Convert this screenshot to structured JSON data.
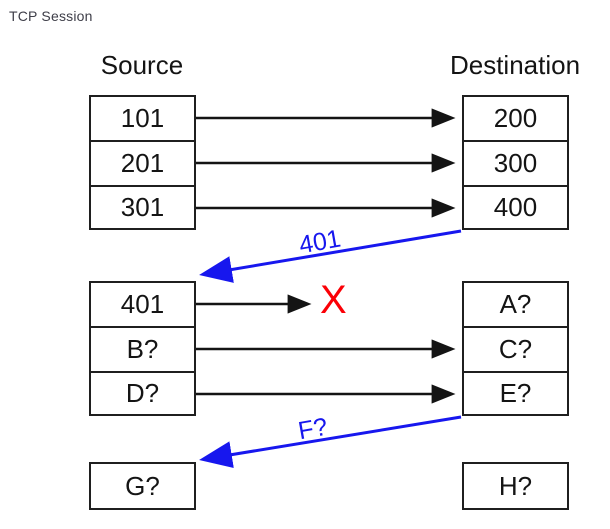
{
  "title": "TCP Session",
  "headers": {
    "source": "Source",
    "destination": "Destination"
  },
  "top": {
    "source_rows": [
      "101",
      "201",
      "301"
    ],
    "dest_rows": [
      "200",
      "300",
      "400"
    ]
  },
  "middle": {
    "source_rows": [
      "401",
      "B?",
      "D?"
    ],
    "dest_rows": [
      "A?",
      "C?",
      "E?"
    ]
  },
  "bottom": {
    "source_box": "G?",
    "dest_box": "H?"
  },
  "annotations": {
    "blue_label_1": "401",
    "blue_label_2": "F?",
    "drop_marker": "X"
  },
  "colors": {
    "arrow_black": "#141414",
    "arrow_blue": "#1717ee",
    "drop_red": "#fb0006",
    "border": "#1f1f1f"
  }
}
